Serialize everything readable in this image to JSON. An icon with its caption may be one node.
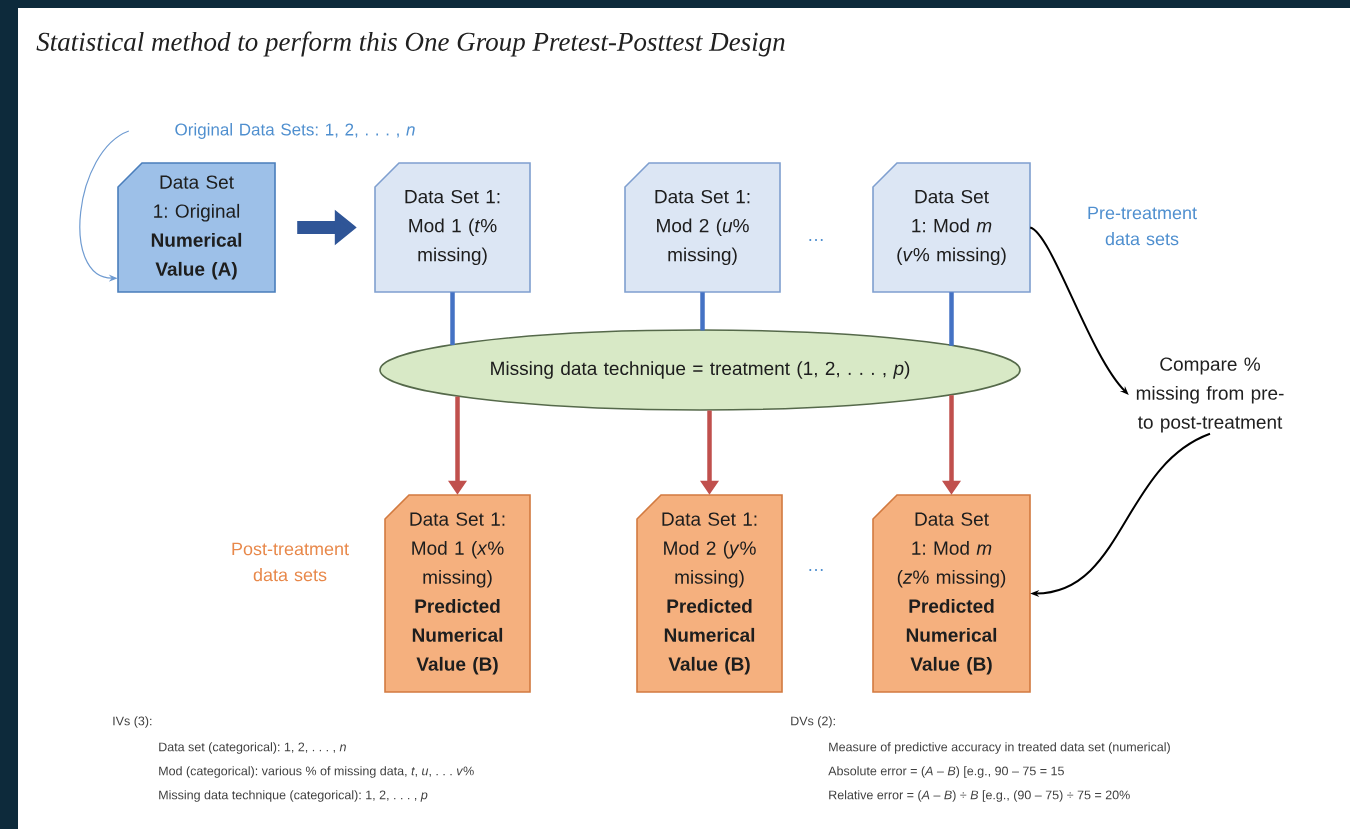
{
  "diagram": {
    "title": "Statistical method to perform this One Group Pretest-Posttest Design",
    "nodes": [
      {
        "text": [
          "Original Data Sets:  1, 2, . . . , *n*"
        ]
      },
      {
        "text": [
          "Data Set 1: Original **Numerical Value (A)**"
        ]
      },
      {
        "text": [
          "Data Set 1: Mod 1 (*t*% missing)"
        ]
      },
      {
        "text": [
          "Data Set 1: Mod 2 (*u*% missing)"
        ]
      },
      {
        "text": [
          "Data Set 1: Mod *m* (*v*% missing)"
        ]
      },
      {
        "text": [
          "Missing data technique = treatment (1, 2, . . . , *p*)"
        ]
      },
      {
        "text": [
          "Compare % missing from pre- to post-treatment"
        ]
      },
      {
        "text": [
          "Data Set 1: Mod 1 (*x*% missing) **Predicted Numerical Value (B)**"
        ]
      },
      {
        "text": [
          "Data Set 1: Mod 2 (*y*% missing) **Predicted Numerical Value (B)**"
        ]
      },
      {
        "text": [
          "Data Set 1: Mod *m* (*z*% missing) **Predicted Numerical Value (B)**"
        ]
      }
    ],
    "edges": [
      {
        "from": 0,
        "to": 1,
        "arrow": "to",
        "color": "#6f9bd1"
      },
      {
        "from": 1,
        "to": 2,
        "arrow": "to",
        "style": "thick",
        "color": "#2f5597"
      },
      {
        "from": 2,
        "to": 5,
        "arrow": "none",
        "color": "#4472c4"
      },
      {
        "from": 3,
        "to": 5,
        "arrow": "none",
        "color": "#4472c4"
      },
      {
        "from": 4,
        "to": 5,
        "arrow": "none",
        "color": "#4472c4"
      },
      {
        "from": 5,
        "to": 7,
        "arrow": "to",
        "color": "#c0504d"
      },
      {
        "from": 5,
        "to": 8,
        "arrow": "to",
        "color": "#c0504d"
      },
      {
        "from": 5,
        "to": 9,
        "arrow": "to",
        "color": "#c0504d"
      },
      {
        "from": 4,
        "to": 6,
        "arrow": "to",
        "color": "#000000"
      },
      {
        "from": 6,
        "to": 9,
        "arrow": "to",
        "color": "#000000"
      }
    ],
    "labels": [
      "Pre-treatment data sets",
      "…",
      "Post-treatment data sets",
      "…",
      "IVs (3):",
      "Data set (categorical):  1, 2, . . . , *n*",
      "Mod (categorical):  various % of missing data, *t*, *u*, . . . *v*%",
      "Missing data technique (categorical):  1, 2, . . . , *p*",
      "DVs (2):",
      "Measure of predictive accuracy in treated data set (numerical)",
      "Absolute error = (*A* – *B*)  [e.g., 90 – 75 = 15",
      "Relative error = (*A* – *B*) ÷ *B*  [e.g., (90 – 75) ÷ 75 = 20%"
    ]
  }
}
